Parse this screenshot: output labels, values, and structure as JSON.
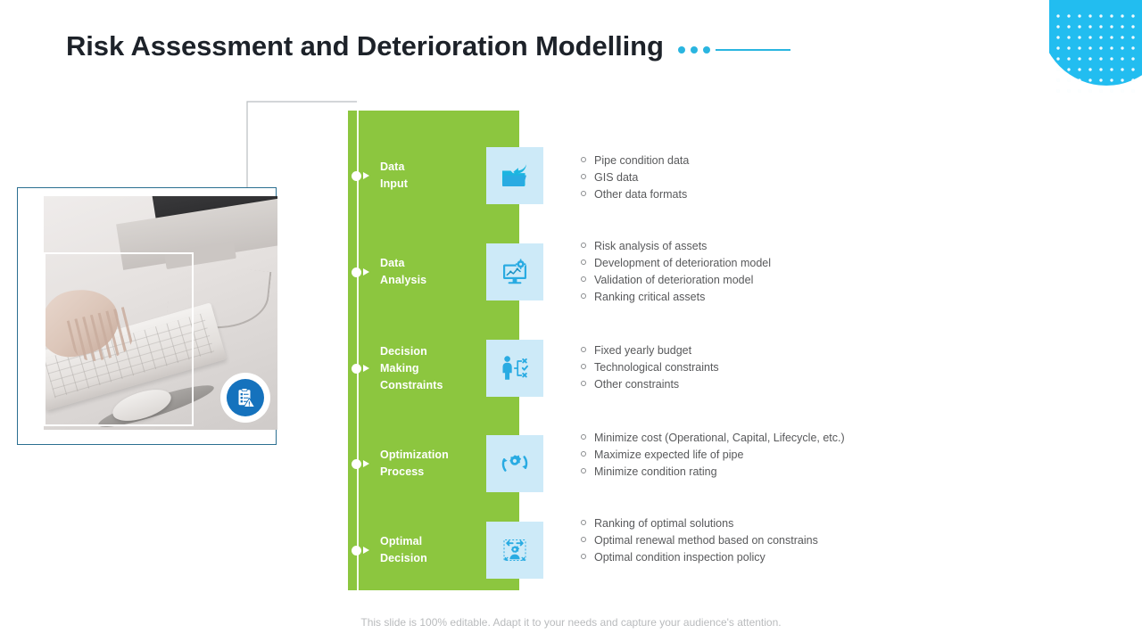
{
  "slide": {
    "title": "Risk Assessment and Deterioration Modelling",
    "footer_note": "This slide is 100% editable. Adapt it to your needs and capture your audience's attention."
  },
  "colors": {
    "accent_cyan": "#22bdf0",
    "title_rule": "#2ab5e0",
    "panel_green": "#8cc63f",
    "icon_tile_bg": "#cdeaf8",
    "icon_blue": "#29abe2",
    "badge_blue": "#1572bd",
    "card_border": "#2b6f91",
    "body_text": "#58595b",
    "title_text": "#1d2229"
  },
  "media": {
    "photo_alt": "Hands typing on a keyboard at an iMac desktop",
    "badge_icon": "clipboard-risk-icon"
  },
  "steps": [
    {
      "id": "data-input",
      "label_lines": [
        "Data",
        "Input"
      ],
      "icon": "open-folder-icon",
      "bullets": [
        "Pipe condition data",
        "GIS data",
        "Other data formats"
      ]
    },
    {
      "id": "data-analysis",
      "label_lines": [
        "Data",
        "Analysis"
      ],
      "icon": "monitor-analytics-gear-icon",
      "bullets": [
        "Risk analysis of assets",
        "Development of deterioration model",
        "Validation of deterioration model",
        "Ranking critical assets"
      ]
    },
    {
      "id": "decision-making-constraints",
      "label_lines": [
        "Decision",
        "Making",
        "Constraints"
      ],
      "icon": "person-decision-tree-icon",
      "bullets": [
        "Fixed yearly budget",
        "Technological constraints",
        "Other constraints"
      ]
    },
    {
      "id": "optimization-process",
      "label_lines": [
        "Optimization",
        "Process"
      ],
      "icon": "gear-refresh-icon",
      "bullets": [
        "Minimize cost (Operational, Capital, Lifecycle, etc.)",
        "Maximize expected life of pipe",
        "Minimize condition rating"
      ]
    },
    {
      "id": "optimal-decision",
      "label_lines": [
        "Optimal",
        "Decision"
      ],
      "icon": "person-gear-arrows-icon",
      "bullets": [
        "Ranking of optimal solutions",
        "Optimal renewal method based on constrains",
        "Optimal condition inspection policy"
      ]
    }
  ]
}
